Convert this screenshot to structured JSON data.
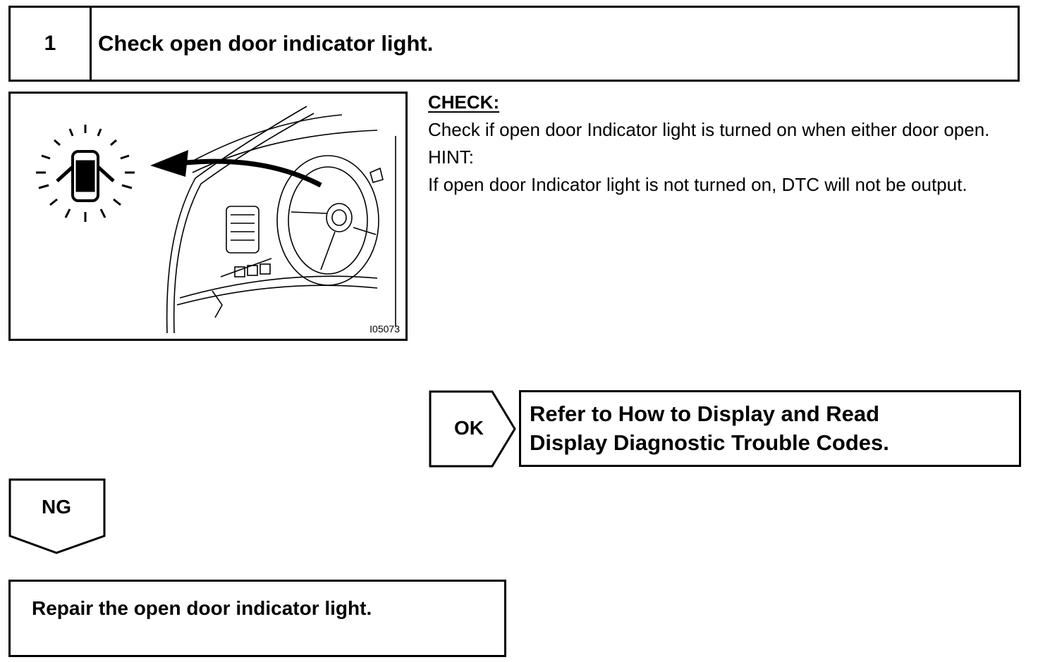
{
  "step": {
    "number": "1",
    "title": "Check open door indicator light."
  },
  "figure": {
    "code": "I05073",
    "icon": "door-open-indicator-icon"
  },
  "check": {
    "heading": "CHECK:",
    "text": "Check if open door Indicator light is turned on when either door open.",
    "hint_label": "HINT:",
    "hint_text": "If open door Indicator light is not turned on, DTC will not be output."
  },
  "ok": {
    "label": "OK",
    "result_line1": "Refer to How to Display and Read",
    "result_line2": "Display Diagnostic Trouble Codes."
  },
  "ng": {
    "label": "NG",
    "result": "Repair the open door indicator light."
  }
}
